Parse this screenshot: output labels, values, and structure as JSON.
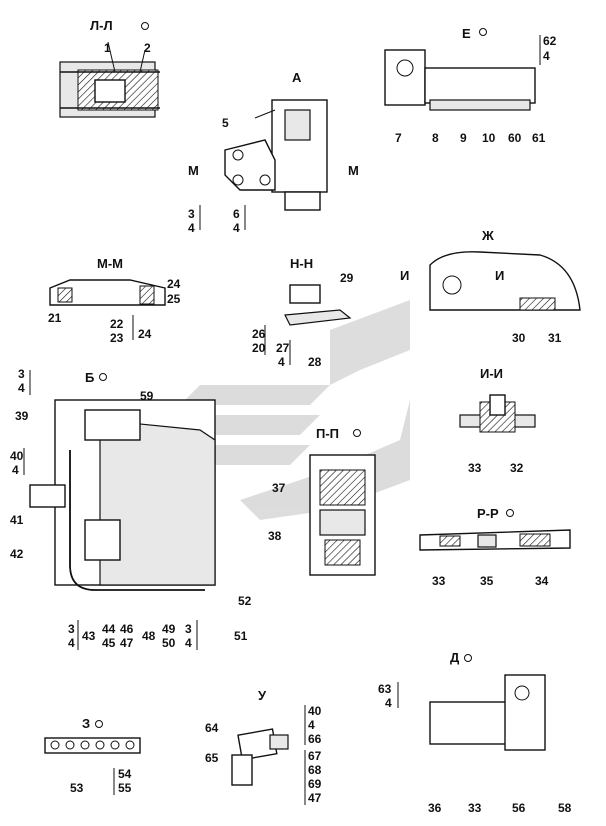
{
  "colors": {
    "ink": "#111111",
    "watermark": "#d9d9d9",
    "background": "#ffffff"
  },
  "views": {
    "ll": {
      "title": "Л-Л",
      "labels": [
        "1",
        "2"
      ]
    },
    "a": {
      "title": "А",
      "labels": [
        "5",
        "3",
        "4",
        "6",
        "4"
      ],
      "markers": [
        "М",
        "М"
      ]
    },
    "e": {
      "title": "Е",
      "labels": [
        "62",
        "4",
        "7",
        "8",
        "9",
        "10",
        "60",
        "61"
      ]
    },
    "mm": {
      "title": "М-М",
      "labels": [
        "24",
        "25",
        "21",
        "22",
        "23",
        "24"
      ]
    },
    "nn": {
      "title": "Н-Н",
      "labels": [
        "29",
        "26",
        "20",
        "27",
        "4",
        "28"
      ]
    },
    "zh": {
      "title": "Ж",
      "labels": [
        "30",
        "31"
      ],
      "markers": [
        "И",
        "И"
      ]
    },
    "b": {
      "title": "Б",
      "labels": [
        "3",
        "4",
        "59",
        "39",
        "40",
        "4",
        "41",
        "42",
        "52",
        "3",
        "4",
        "43",
        "44",
        "45",
        "46",
        "47",
        "48",
        "49",
        "50",
        "3",
        "4",
        "51"
      ]
    },
    "ii": {
      "title": "И-И",
      "labels": [
        "33",
        "32"
      ]
    },
    "pp": {
      "title": "П-П",
      "labels": [
        "37",
        "38"
      ]
    },
    "rr": {
      "title": "Р-Р",
      "labels": [
        "33",
        "35",
        "34"
      ]
    },
    "d": {
      "title": "Д",
      "labels": [
        "63",
        "4",
        "36",
        "33",
        "56",
        "58"
      ]
    },
    "z": {
      "title": "З",
      "labels": [
        "53",
        "54",
        "55"
      ]
    },
    "u": {
      "title": "У",
      "labels": [
        "40",
        "4",
        "66",
        "64",
        "65",
        "67",
        "68",
        "69",
        "47"
      ]
    }
  }
}
